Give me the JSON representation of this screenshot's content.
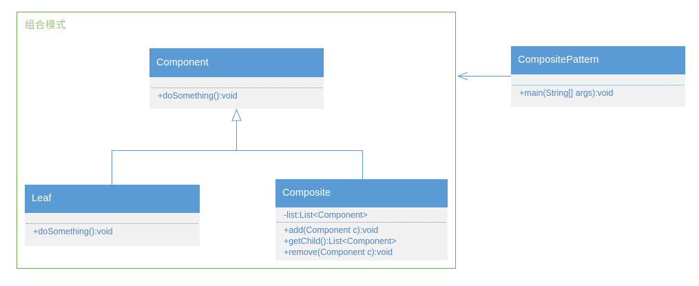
{
  "diagram": {
    "package": {
      "title": "组合模式"
    },
    "classes": [
      {
        "id": "component",
        "name": "Component",
        "attributes": [],
        "operations": [
          "+doSomething():void"
        ]
      },
      {
        "id": "leaf",
        "name": "Leaf",
        "attributes": [],
        "operations": [
          "+doSomething():void"
        ]
      },
      {
        "id": "composite",
        "name": "Composite",
        "attributes": [
          "-list:List<Component>"
        ],
        "operations": [
          "+add(Component c):void",
          "+getChild():List<Component>",
          "+remove(Component c):void"
        ]
      },
      {
        "id": "composite-pattern",
        "name": "CompositePattern",
        "attributes": [],
        "operations": [
          "+main(String[] args):void"
        ]
      }
    ],
    "relations": [
      {
        "id": "leaf-generalization",
        "type": "generalization",
        "from": "Leaf",
        "to": "Component"
      },
      {
        "id": "composite-generalization",
        "type": "generalization",
        "from": "Composite",
        "to": "Component"
      },
      {
        "id": "pattern-dependency",
        "type": "dependency",
        "from": "CompositePattern",
        "to": "Component"
      }
    ],
    "colors": {
      "header_fill": "#5B9BD5",
      "body_fill": "#F1F1F1",
      "text_blue": "#4E84C4",
      "frame_green": "#70AD47",
      "title_green": "#9CC47E",
      "connector_blue": "#5B9BD5"
    }
  }
}
